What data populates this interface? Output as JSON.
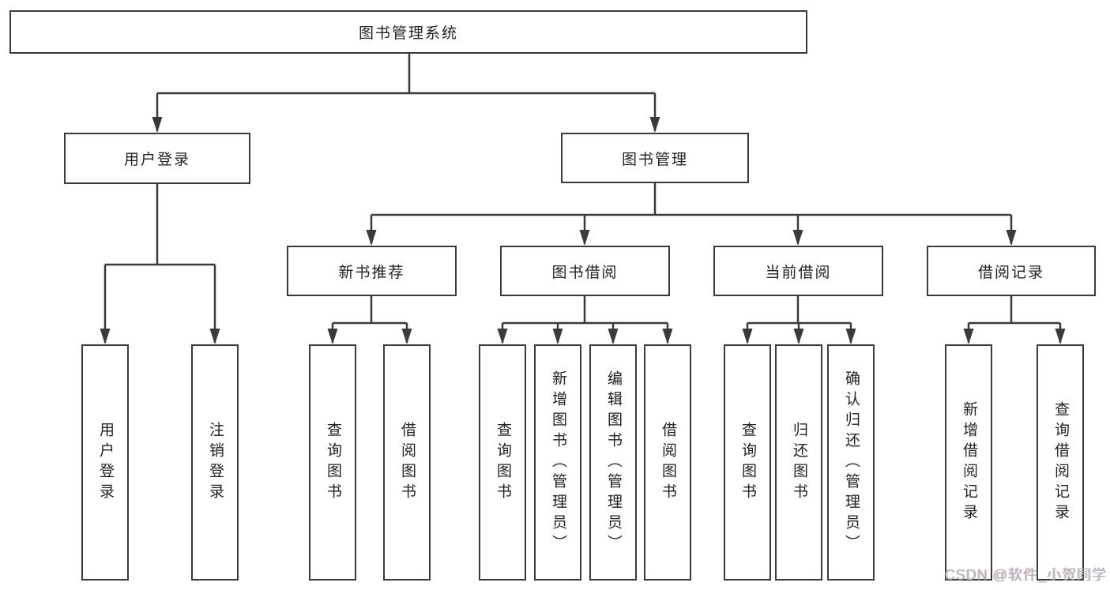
{
  "diagram": {
    "title": "图书管理系统",
    "type": "hierarchy-tree",
    "colors": {
      "line": "#3a3a3a",
      "box_border": "#3a3a3a",
      "box_fill": "#ffffff",
      "text": "#222222",
      "background": "#ffffff",
      "watermark": "#b3b3b3"
    },
    "tree": {
      "root": {
        "label": "图书管理系统"
      },
      "branches": [
        {
          "label": "用户登录",
          "leaves": [
            "用户登录",
            "注销登录"
          ]
        },
        {
          "label": "图书管理",
          "children": [
            {
              "label": "新书推荐",
              "leaves": [
                "查询图书",
                "借阅图书"
              ]
            },
            {
              "label": "图书借阅",
              "leaves": [
                "查询图书",
                "新增图书（管理员）",
                "编辑图书（管理员）",
                "借阅图书"
              ]
            },
            {
              "label": "当前借阅",
              "leaves": [
                "查询图书",
                "归还图书",
                "确认归还（管理员）"
              ]
            },
            {
              "label": "借阅记录",
              "leaves": [
                "新增借阅记录",
                "查询借阅记录"
              ]
            }
          ]
        }
      ]
    }
  },
  "watermark": {
    "text": "CSDN @软件_小贺同学"
  }
}
